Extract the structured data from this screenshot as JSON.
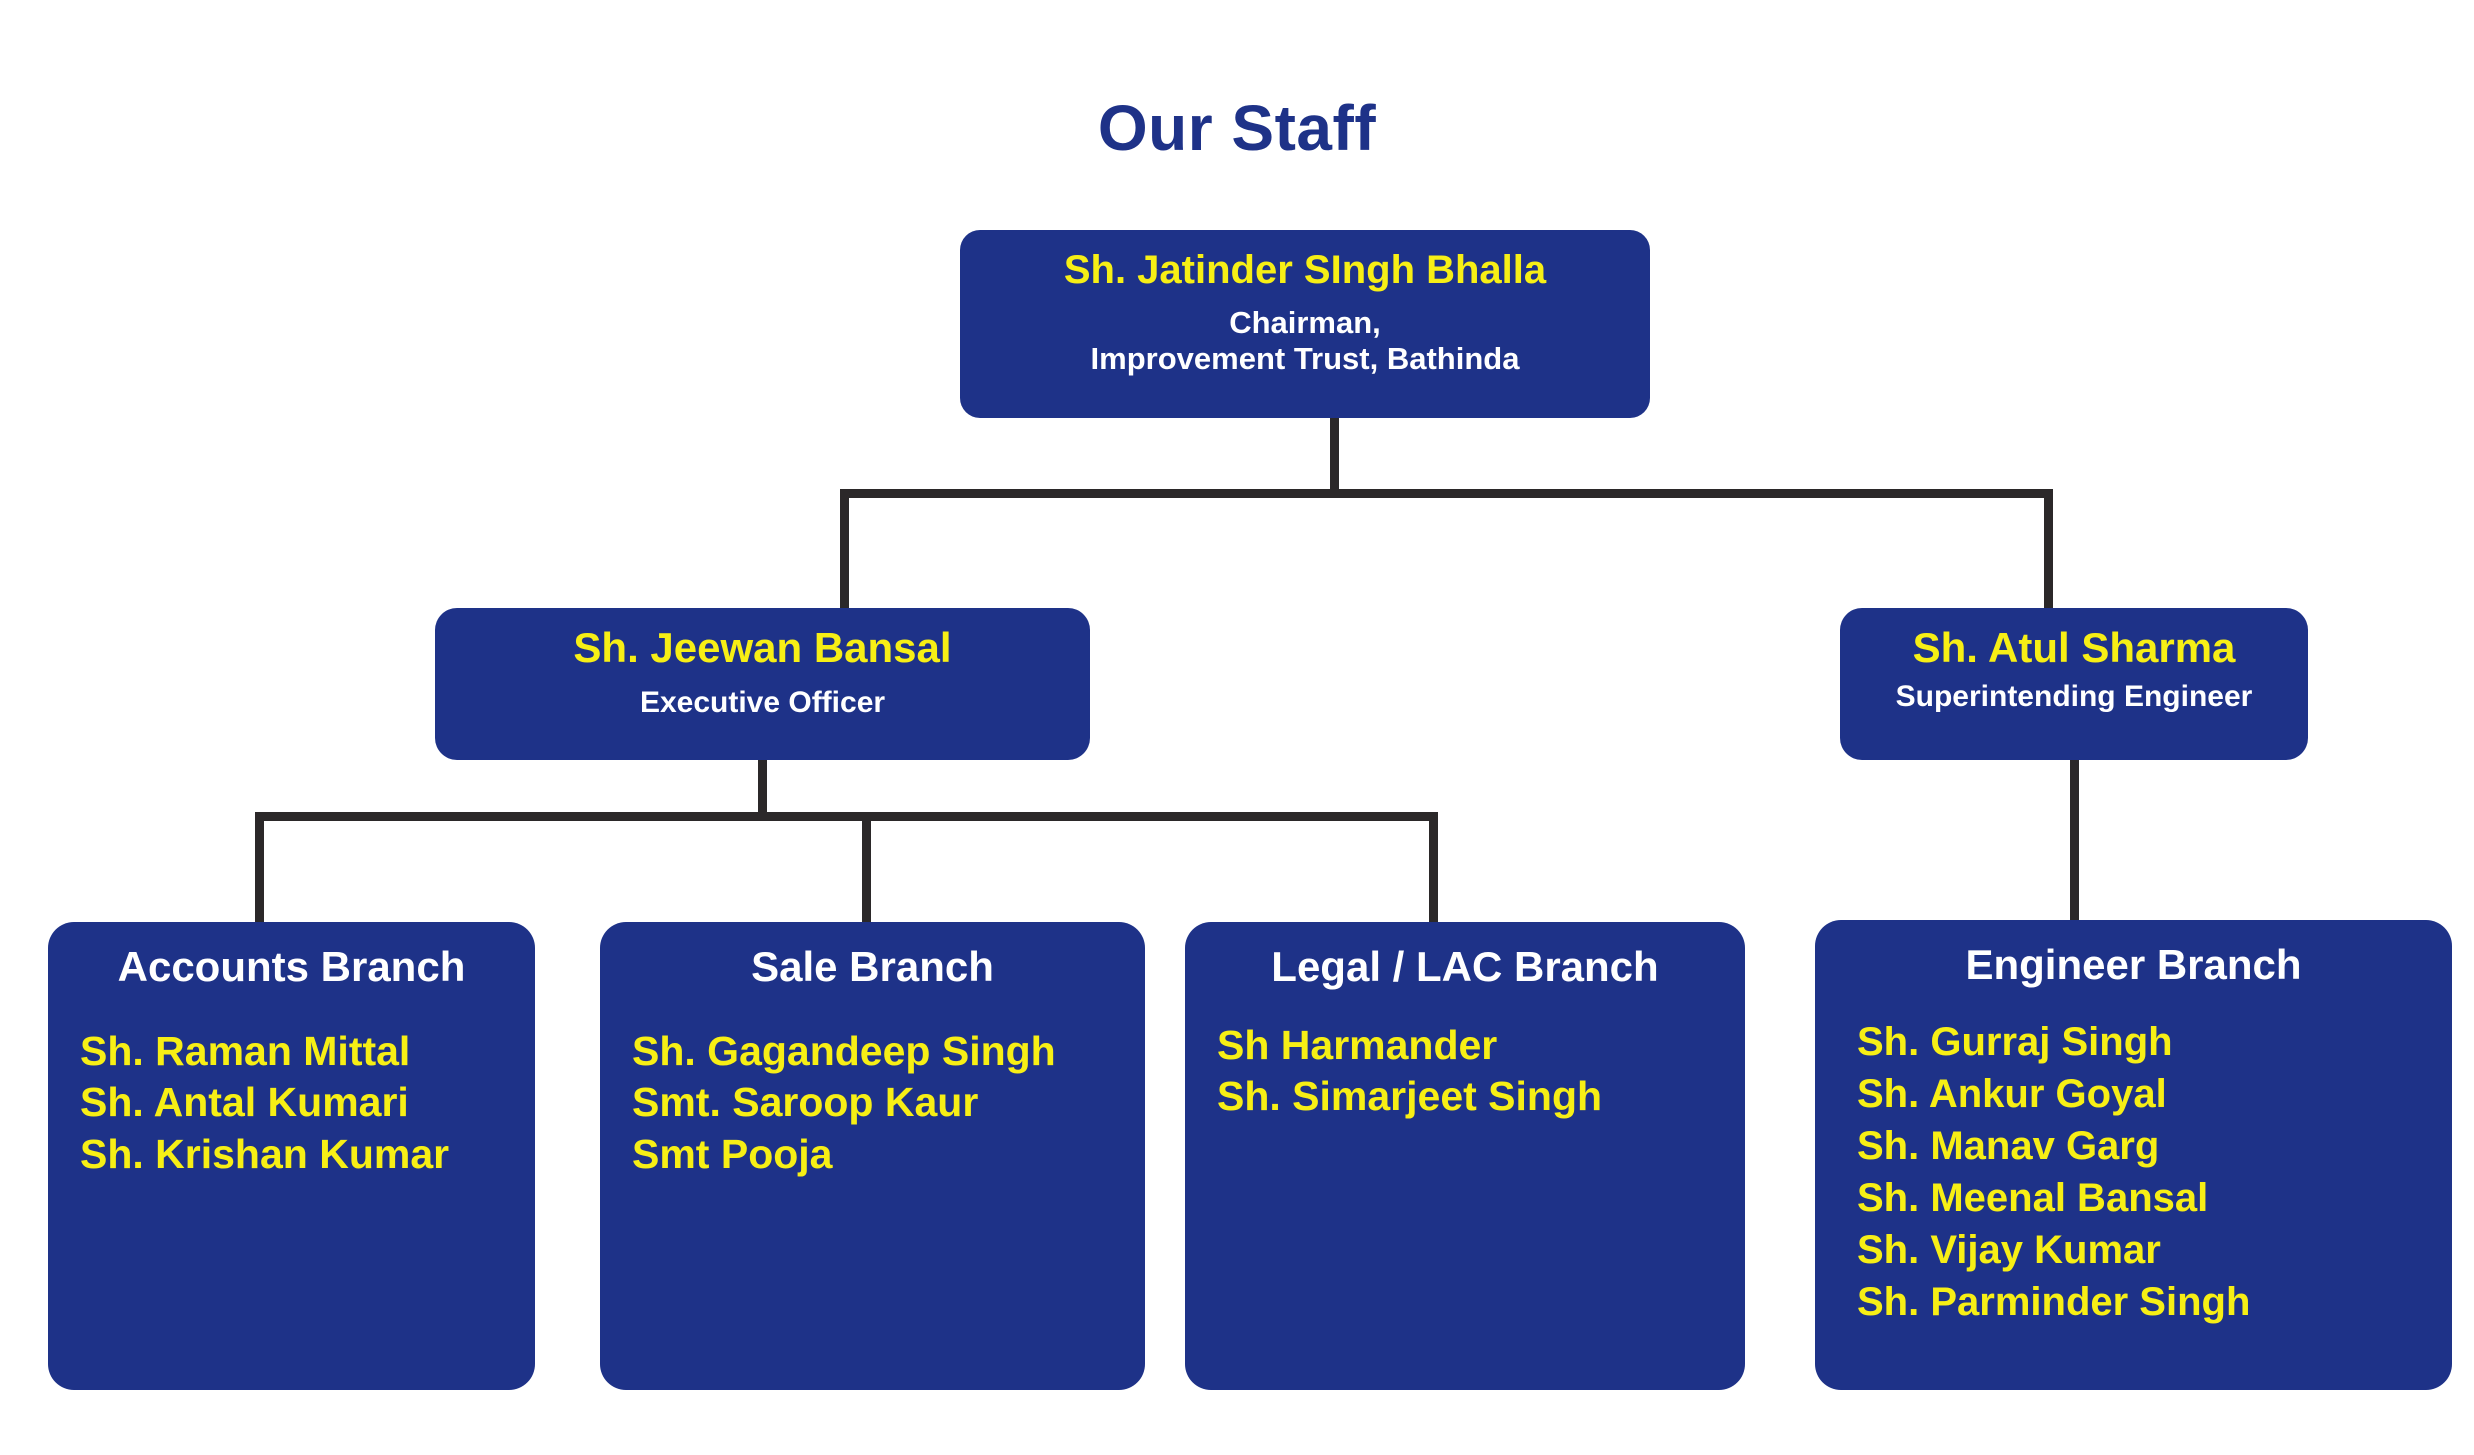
{
  "page": {
    "title": "Our Staff",
    "background_color": "#ffffff",
    "node_color": "#1e3288",
    "name_color": "#f7ef15",
    "subtitle_color": "#ffffff",
    "connector_color": "#2b2829",
    "title_color": "#1e3288"
  },
  "chart_data": {
    "type": "diagram",
    "subtype": "organization-chart",
    "title": "Our Staff",
    "levels": 3,
    "nodes": [
      {
        "id": "chairman",
        "level": 1,
        "name": "Sh. Jatinder SIngh Bhalla",
        "role": "Chairman,\nImprovement Trust, Bathinda",
        "parent": null
      },
      {
        "id": "executive-officer",
        "level": 2,
        "name": "Sh. Jeewan Bansal",
        "role": "Executive Officer",
        "parent": "chairman"
      },
      {
        "id": "superintending-engineer",
        "level": 2,
        "name": "Sh. Atul Sharma",
        "role": "Superintending Engineer",
        "parent": "chairman"
      },
      {
        "id": "accounts-branch",
        "level": 3,
        "name": "Accounts Branch",
        "parent": "executive-officer",
        "members": [
          "Sh. Raman Mittal",
          "Sh. Antal Kumari",
          "Sh. Krishan Kumar"
        ]
      },
      {
        "id": "sale-branch",
        "level": 3,
        "name": "Sale Branch",
        "parent": "executive-officer",
        "members": [
          "Sh. Gagandeep Singh",
          "Smt. Saroop Kaur",
          "Smt Pooja"
        ]
      },
      {
        "id": "legal-lac-branch",
        "level": 3,
        "name": "Legal / LAC Branch",
        "parent": "executive-officer",
        "members": [
          "Sh Harmander",
          "Sh. Simarjeet Singh"
        ]
      },
      {
        "id": "engineer-branch",
        "level": 3,
        "name": "Engineer Branch",
        "parent": "superintending-engineer",
        "members": [
          "Sh. Gurraj Singh",
          "Sh. Ankur Goyal",
          "Sh. Manav Garg",
          "Sh. Meenal Bansal",
          "Sh. Vijay Kumar",
          "Sh. Parminder Singh"
        ]
      }
    ]
  },
  "chairman": {
    "name": "Sh. Jatinder SIngh Bhalla",
    "role": "Chairman,\nImprovement Trust, Bathinda"
  },
  "executive_officer": {
    "name": "Sh. Jeewan Bansal",
    "role": "Executive Officer"
  },
  "superintending_engineer": {
    "name": "Sh. Atul Sharma",
    "role": "Superintending Engineer"
  },
  "accounts_branch": {
    "heading": "Accounts Branch",
    "members": [
      "Sh. Raman Mittal",
      "Sh. Antal Kumari",
      "Sh. Krishan Kumar"
    ]
  },
  "sale_branch": {
    "heading": "Sale Branch",
    "members": [
      "Sh. Gagandeep Singh",
      "Smt. Saroop Kaur",
      "Smt Pooja"
    ]
  },
  "legal_branch": {
    "heading": "Legal / LAC Branch",
    "members": [
      "Sh Harmander",
      "Sh. Simarjeet Singh"
    ]
  },
  "engineer_branch": {
    "heading": "Engineer Branch",
    "members": [
      "Sh. Gurraj Singh",
      "Sh. Ankur Goyal",
      "Sh. Manav Garg",
      "Sh. Meenal Bansal",
      "Sh. Vijay Kumar",
      "Sh. Parminder Singh"
    ]
  }
}
